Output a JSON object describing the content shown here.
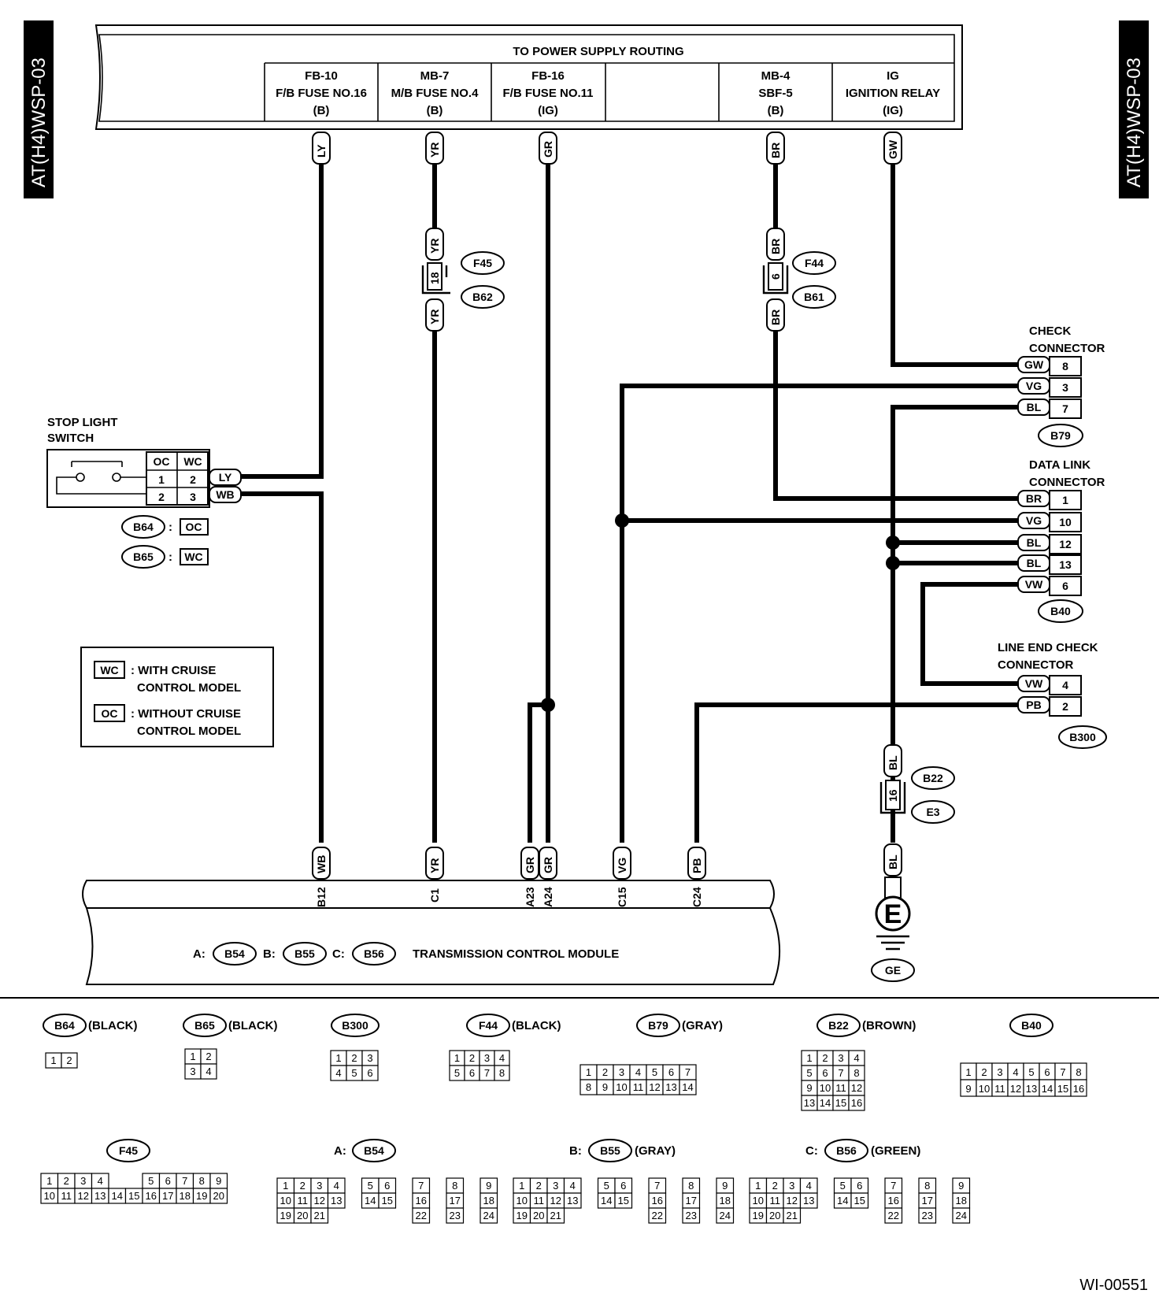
{
  "side_tags": {
    "left": "AT(H4)WSP-03",
    "right": "AT(H4)WSP-03"
  },
  "power": {
    "title": "TO POWER SUPPLY ROUTING",
    "cells": [
      {
        "l1": "FB-10",
        "l2": "F/B FUSE NO.16",
        "l3": "(B)"
      },
      {
        "l1": "MB-7",
        "l2": "M/B FUSE NO.4",
        "l3": "(B)"
      },
      {
        "l1": "FB-16",
        "l2": "F/B FUSE NO.11",
        "l3": "(IG)"
      },
      {
        "l1": "",
        "l2": "",
        "l3": ""
      },
      {
        "l1": "MB-4",
        "l2": "SBF-5",
        "l3": "(B)"
      },
      {
        "l1": "IG",
        "l2": "IGNITION RELAY",
        "l3": "(IG)"
      }
    ]
  },
  "wires": {
    "ly": "LY",
    "yr": "YR",
    "gr": "GR",
    "br": "BR",
    "gw": "GW",
    "wb": "WB",
    "vg": "VG",
    "pb": "PB",
    "bl": "BL",
    "vw": "VW"
  },
  "inline": {
    "f45": "F45",
    "b62": "B62",
    "pin18": "18",
    "f44": "F44",
    "b61": "B61",
    "pin6": "6",
    "b22": "B22",
    "e3": "E3",
    "pin16": "16"
  },
  "stop_switch": {
    "title1": "STOP LIGHT",
    "title2": "SWITCH",
    "h1": "OC",
    "h2": "WC",
    "r1c1": "1",
    "r1c2": "2",
    "r2c1": "2",
    "r2c2": "3",
    "note1_id": "B64",
    "note1_tag": "OC",
    "note2_id": "B65",
    "note2_tag": "WC"
  },
  "legend": {
    "wc_tag": "WC",
    "wc_l1": ": WITH CRUISE",
    "wc_l2": "CONTROL MODEL",
    "oc_tag": "OC",
    "oc_l1": ": WITHOUT CRUISE",
    "oc_l2": "CONTROL MODEL"
  },
  "check_connector": {
    "title1": "CHECK",
    "title2": "CONNECTOR",
    "id": "B79",
    "rows": [
      {
        "w": "GW",
        "p": "8"
      },
      {
        "w": "VG",
        "p": "3"
      },
      {
        "w": "BL",
        "p": "7"
      }
    ]
  },
  "data_link": {
    "title1": "DATA LINK",
    "title2": "CONNECTOR",
    "id": "B40",
    "rows": [
      {
        "w": "BR",
        "p": "1"
      },
      {
        "w": "VG",
        "p": "10"
      },
      {
        "w": "BL",
        "p": "12"
      },
      {
        "w": "BL",
        "p": "13"
      },
      {
        "w": "VW",
        "p": "6"
      }
    ]
  },
  "line_end": {
    "title1": "LINE END CHECK",
    "title2": "CONNECTOR",
    "id": "B300",
    "rows": [
      {
        "w": "VW",
        "p": "4"
      },
      {
        "w": "PB",
        "p": "2"
      }
    ]
  },
  "ground": {
    "symbol": "E",
    "id": "GE"
  },
  "tcm": {
    "title": "TRANSMISSION CONTROL MODULE",
    "a": "A:",
    "a_id": "B54",
    "b": "B:",
    "b_id": "B55",
    "c": "C:",
    "c_id": "B56",
    "pins": [
      {
        "w": "WB",
        "p": "B12"
      },
      {
        "w": "YR",
        "p": "C1"
      },
      {
        "w": "GR",
        "p": "A23"
      },
      {
        "w": "GR",
        "p": "A24"
      },
      {
        "w": "VG",
        "p": "C15"
      },
      {
        "w": "PB",
        "p": "C24"
      }
    ]
  },
  "face": {
    "b64": {
      "id": "B64",
      "color": "(BLACK)"
    },
    "b65": {
      "id": "B65",
      "color": "(BLACK)"
    },
    "b300": {
      "id": "B300"
    },
    "f44": {
      "id": "F44",
      "color": "(BLACK)"
    },
    "b79": {
      "id": "B79",
      "color": "(GRAY)"
    },
    "b22": {
      "id": "B22",
      "color": "(BROWN)"
    },
    "b40": {
      "id": "B40"
    },
    "f45": {
      "id": "F45"
    },
    "b54": {
      "prefix": "A:",
      "id": "B54"
    },
    "b55": {
      "prefix": "B:",
      "id": "B55",
      "color": "(GRAY)"
    },
    "b56": {
      "prefix": "C:",
      "id": "B56",
      "color": "(GREEN)"
    }
  },
  "doc_id": "WI-00551"
}
